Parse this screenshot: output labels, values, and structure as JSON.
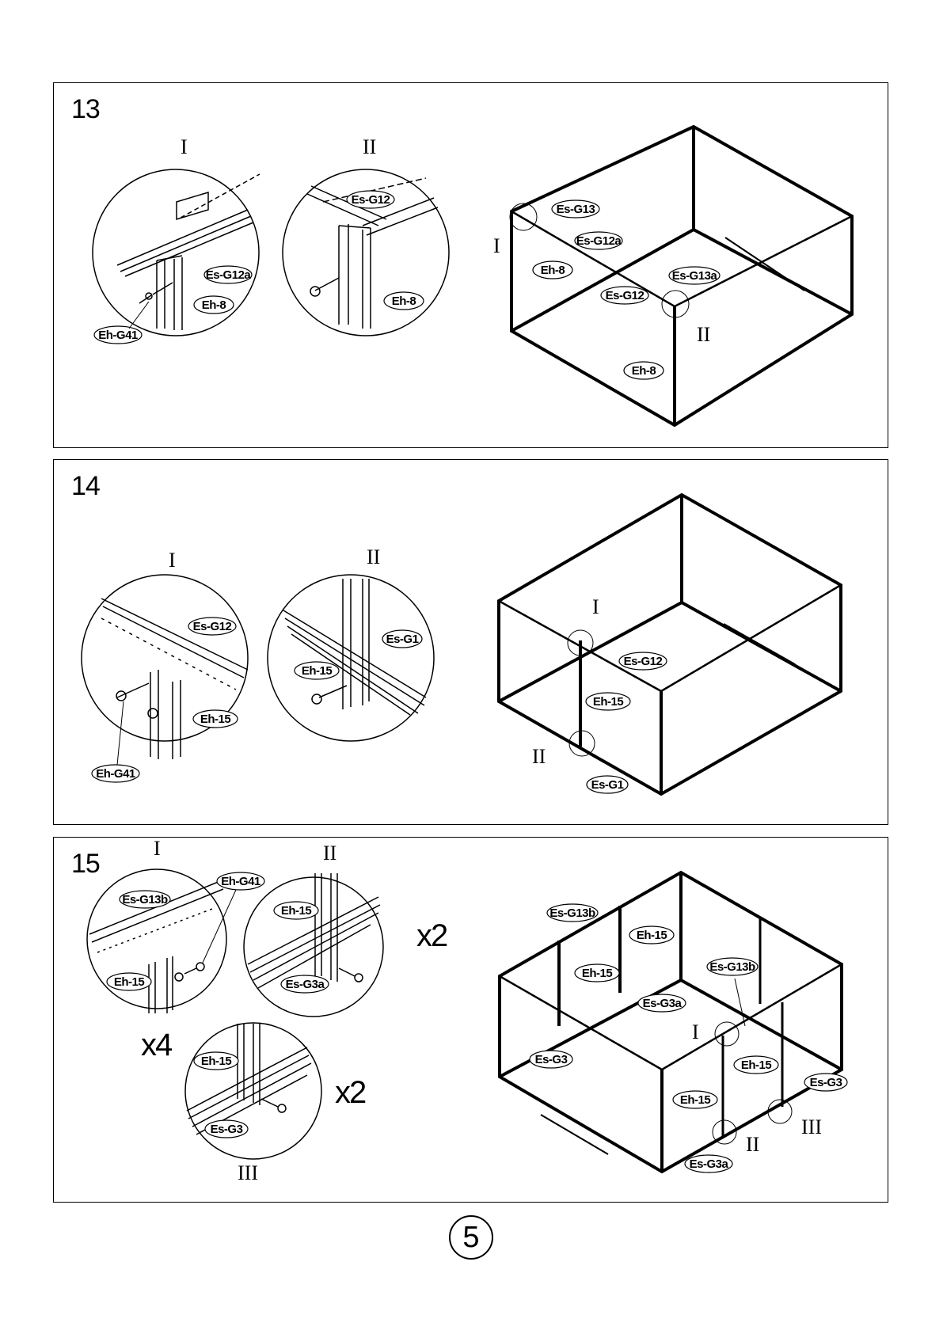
{
  "page_number": "5",
  "steps": [
    {
      "number": "13",
      "detail_marks": [
        "I",
        "II"
      ],
      "labels": {
        "d1_esg12a": "Es-G12a",
        "d1_eh8": "Eh-8",
        "d1_ehg41": "Eh-G41",
        "d2_esg12": "Es-G12",
        "d2_eh8": "Eh-8",
        "m_esg13": "Es-G13",
        "m_esg12a": "Es-G12a",
        "m_eh8a": "Eh-8",
        "m_esg13a": "Es-G13a",
        "m_esg12": "Es-G12",
        "m_eh8b": "Eh-8"
      },
      "model_marks": [
        "I",
        "II"
      ]
    },
    {
      "number": "14",
      "detail_marks": [
        "I",
        "II"
      ],
      "labels": {
        "d1_esg12": "Es-G12",
        "d1_eh15": "Eh-15",
        "d1_ehg41": "Eh-G41",
        "d2_esg1": "Es-G1",
        "d2_eh15": "Eh-15",
        "m_esg12": "Es-G12",
        "m_eh15": "Eh-15",
        "m_esg1": "Es-G1"
      },
      "model_marks": [
        "I",
        "II"
      ]
    },
    {
      "number": "15",
      "detail_marks": [
        "I",
        "II",
        "III"
      ],
      "multipliers": [
        "x4",
        "x2",
        "x2"
      ],
      "labels": {
        "d1_esg13b": "Es-G13b",
        "d1_ehg41": "Eh-G41",
        "d1_eh15": "Eh-15",
        "d2_eh15": "Eh-15",
        "d2_esg3a": "Es-G3a",
        "d3_eh15": "Eh-15",
        "d3_esg3": "Es-G3",
        "m_esg13b_a": "Es-G13b",
        "m_eh15_a": "Eh-15",
        "m_eh15_b": "Eh-15",
        "m_esg13b_b": "Es-G13b",
        "m_esg3a_a": "Es-G3a",
        "m_esg3_a": "Es-G3",
        "m_eh15_c": "Eh-15",
        "m_esg3_b": "Es-G3",
        "m_eh15_d": "Eh-15",
        "m_esg3a_b": "Es-G3a"
      },
      "model_marks": [
        "I",
        "II",
        "III"
      ]
    }
  ]
}
